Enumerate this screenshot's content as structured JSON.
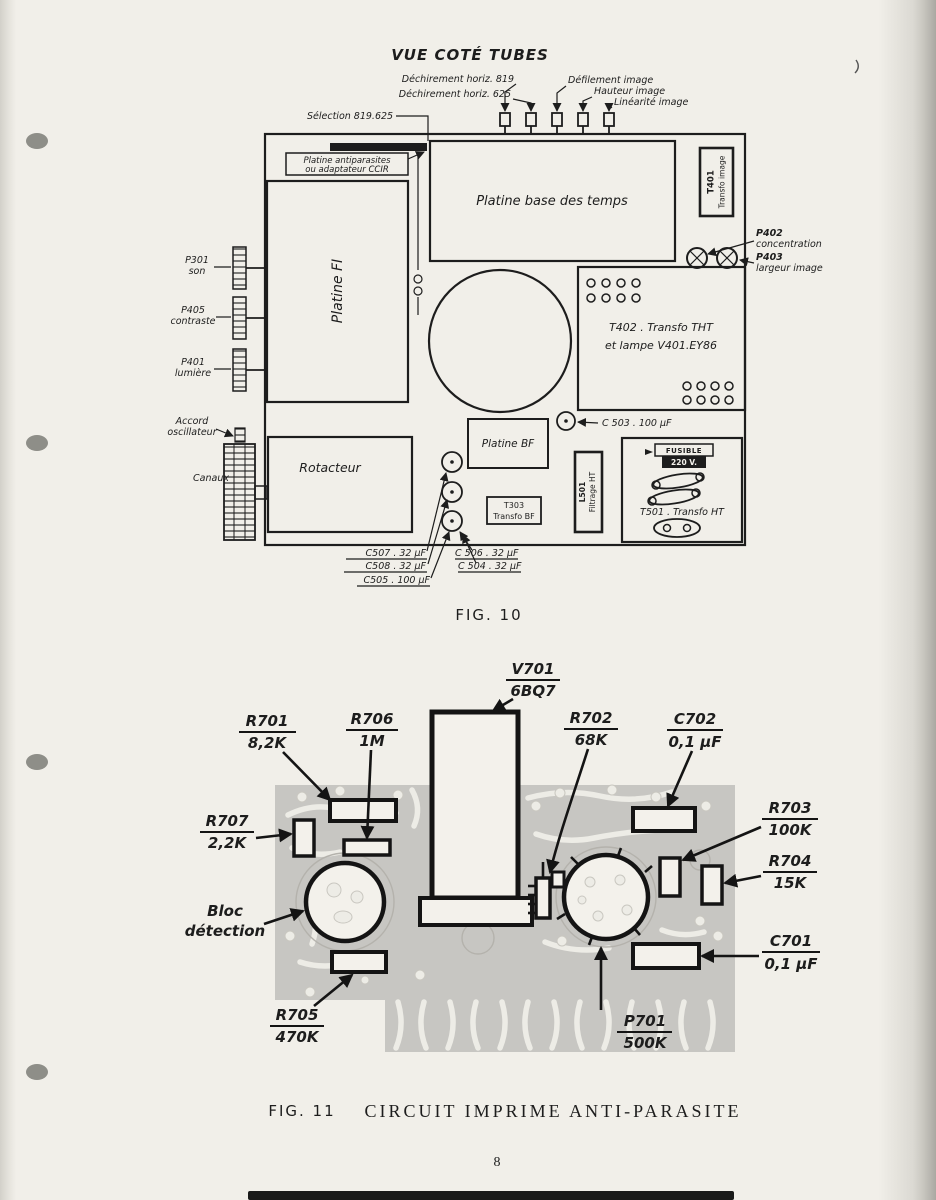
{
  "page": {
    "number": "8"
  },
  "fig10": {
    "title": "VUE COTÉ TUBES",
    "caption": "FIG. 10",
    "top": {
      "dech819": "Déchirement horiz. 819",
      "dech625": "Déchirement horiz. 625",
      "defilement": "Défilement image",
      "hauteur": "Hauteur image",
      "linearite": "Linéarité image",
      "selection": "Sélection 819.625"
    },
    "antiparasites": {
      "l1": "Platine antiparasites",
      "l2": "ou adaptateur CCIR"
    },
    "base_temps": "Platine base des temps",
    "t401": {
      "l1": "T401",
      "l2": "Transfo image"
    },
    "p402": {
      "l1": "P402",
      "l2": "concentration"
    },
    "p403": {
      "l1": "P403",
      "l2": "largeur image"
    },
    "platine_fi": "Platine FI",
    "p301": {
      "l1": "P301",
      "l2": "son"
    },
    "p405": {
      "l1": "P405",
      "l2": "contraste"
    },
    "p401": {
      "l1": "P401",
      "l2": "lumière"
    },
    "t402": {
      "l1": "T402 . Transfo THT",
      "l2": "et lampe V401.EY86"
    },
    "c503": "C 503 . 100 µF",
    "accord": {
      "l1": "Accord",
      "l2": "oscillateur"
    },
    "canaux": "Canaux",
    "rotacteur": "Rotacteur",
    "platine_bf": "Platine BF",
    "t303": {
      "l1": "T303",
      "l2": "Transfo BF"
    },
    "l501": {
      "l1": "L501",
      "l2": "Filtrage HT"
    },
    "fusible": {
      "l1": "FUSIBLE",
      "l2": "220 V."
    },
    "t501": "T501 . Transfo HT",
    "caps_left": [
      "C507 . 32 µF",
      "C508 . 32 µF",
      "C505 . 100 µF"
    ],
    "caps_right": [
      "C 506 . 32 µF",
      "C 504 . 32 µF"
    ]
  },
  "fig11": {
    "caption": "FIG. 11",
    "title": "CIRCUIT IMPRIME ANTI-PARASITE",
    "v701": {
      "name": "V701",
      "value": "6BQ7"
    },
    "r701": {
      "name": "R701",
      "value": "8,2K"
    },
    "r706": {
      "name": "R706",
      "value": "1M"
    },
    "r702": {
      "name": "R702",
      "value": "68K"
    },
    "c702": {
      "name": "C702",
      "value": "0,1 µF"
    },
    "r707": {
      "name": "R707",
      "value": "2,2K"
    },
    "r703": {
      "name": "R703",
      "value": "100K"
    },
    "r704": {
      "name": "R704",
      "value": "15K"
    },
    "c701": {
      "name": "C701",
      "value": "0,1 µF"
    },
    "bloc": {
      "l1": "Bloc",
      "l2": "détection"
    },
    "r705": {
      "name": "R705",
      "value": "470K"
    },
    "p701": {
      "name": "P701",
      "value": "500K"
    }
  }
}
